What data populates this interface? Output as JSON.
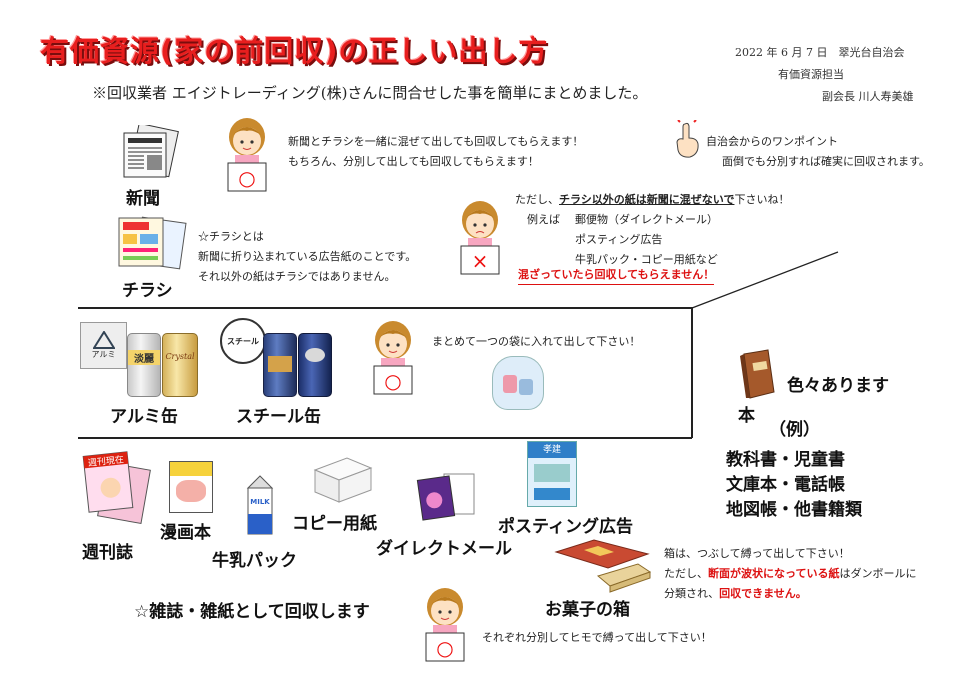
{
  "header": {
    "title": "有価資源(家の前回収)の正しい出し方",
    "date": "2022 年 6 月 7 日　翠光台自治会",
    "role": "有価資源担当",
    "author": "副会長 川人寿美雄",
    "subtitle": "※回収業者 エイジトレーディング(株)さんに問合せした事を簡単にまとめました。"
  },
  "newspaper": {
    "label": "新聞",
    "note_lines": [
      "新聞とチラシを一緒に混ぜて出しても回収してもらえます！",
      "もちろん、分別して出しても回収してもらえます！"
    ]
  },
  "one_point": {
    "title": "自治会からのワンポイント",
    "text": "面倒でも分別すれば確実に回収されます。"
  },
  "flyer": {
    "label": "チラシ",
    "lines": [
      "☆チラシとは",
      "新聞に折り込まれている広告紙のことです。",
      "それ以外の紙はチラシではありません。"
    ]
  },
  "warning": {
    "intro": "ただし、",
    "emph": "チラシ以外の紙は新聞に混ぜないで",
    "tail": "下さいね！",
    "example_label": "例えば",
    "examples": [
      "郵便物（ダイレクトメール）",
      "ポスティング広告",
      "牛乳パック・コピー用紙など"
    ],
    "bottom": "混ざっていたら回収してもらえません！"
  },
  "cans": {
    "aluminum_mark": "アルミ",
    "steel_mark": "スチール",
    "can_text_1": "淡麗",
    "can_text_2": "Crystal",
    "aluminum_label": "アルミ缶",
    "steel_label": "スチール缶",
    "note": "まとめて一つの袋に入れて出して下さい！"
  },
  "books": {
    "title": "色々あります",
    "label": "本",
    "example": "（例）",
    "lines": [
      "教科書・児童書",
      "文庫本・電話帳",
      "地図帳・他書籍類"
    ]
  },
  "misc": {
    "weekly_label": "週刊誌",
    "weekly_cover": "週刊現在",
    "manga_label": "漫画本",
    "milk_label": "牛乳パック",
    "milk_text": "MILK",
    "copy_label": "コピー用紙",
    "dm_label": "ダイレクトメール",
    "posting_label": "ポスティング広告",
    "posting_cover": "孝建",
    "sweets_label": "お菓子の箱",
    "collect_note": "☆雑誌・雑紙として回収します",
    "bundle_note": "それぞれ分別してヒモで縛って出して下さい！"
  },
  "box_note": {
    "line1": "箱は、つぶして縛って出して下さい！",
    "line2_pre": "ただし、",
    "line2_emph": "断面が波状になっている紙",
    "line2_post": "はダンボールに",
    "line3_pre": "分類され、",
    "line3_emph": "回収できません。"
  },
  "marks": {
    "ok": "○",
    "ng": "×"
  },
  "colors": {
    "title": "#e81e1e",
    "accent_red": "#d11"
  }
}
